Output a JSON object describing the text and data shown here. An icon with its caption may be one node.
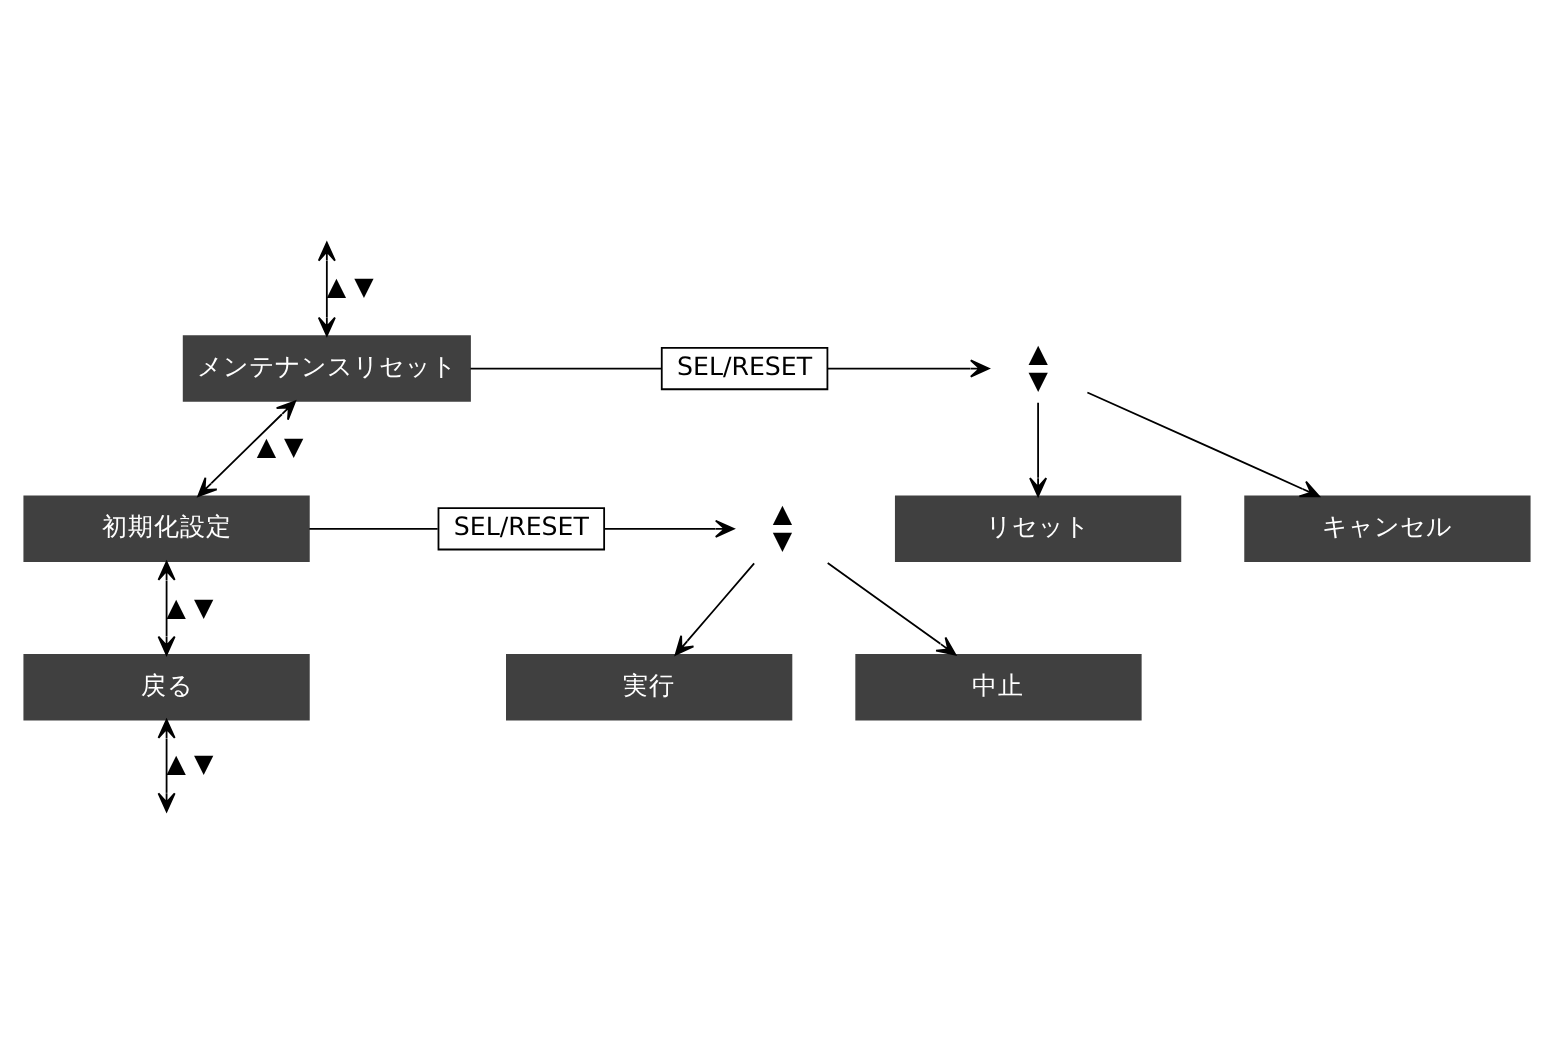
{
  "diagram": {
    "nodes": [
      {
        "text": [
          "メンテナンスリセット"
        ]
      },
      {
        "text": [
          "初期化設定"
        ]
      },
      {
        "text": [
          "戻る"
        ]
      },
      {
        "text": [
          "SEL/RESET"
        ]
      },
      {
        "text": [
          "キャンセル"
        ]
      },
      {
        "text": [
          "▲",
          "▼"
        ]
      },
      {
        "text": [
          "リセット"
        ]
      },
      {
        "text": [
          "SEL/RESET"
        ]
      },
      {
        "text": [
          "中止"
        ]
      },
      {
        "text": [
          "▲",
          "▼"
        ]
      },
      {
        "text": [
          "実行"
        ]
      }
    ],
    "edges": [
      {
        "from": null,
        "to": 0,
        "arrow": "both",
        "label": "▲ ▼"
      },
      {
        "from": 0,
        "to": 1,
        "arrow": "both",
        "label": "▲ ▼"
      },
      {
        "from": 1,
        "to": 2,
        "arrow": "both",
        "label": "▲ ▼"
      },
      {
        "from": 2,
        "to": null,
        "arrow": "both",
        "label": "▲ ▼"
      },
      {
        "from": 0,
        "to": 3,
        "arrow": "none"
      },
      {
        "from": 3,
        "to": 5,
        "arrow": "to"
      },
      {
        "from": 5,
        "to": 4,
        "arrow": "to"
      },
      {
        "from": 5,
        "to": 6,
        "arrow": "to"
      },
      {
        "from": 1,
        "to": 7,
        "arrow": "none"
      },
      {
        "from": 7,
        "to": 9,
        "arrow": "to"
      },
      {
        "from": 9,
        "to": 8,
        "arrow": "to"
      },
      {
        "from": 9,
        "to": 10,
        "arrow": "to"
      }
    ]
  }
}
